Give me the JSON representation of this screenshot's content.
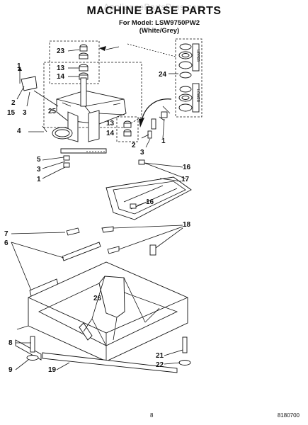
{
  "watermark": "AppliancePartsPros.com",
  "header": {
    "title": "MACHINE BASE PARTS",
    "model_line": "For Model: LSW9750PW2",
    "color_line": "(White/Grey)"
  },
  "inset_labels": {
    "upper": "UPPER",
    "lower": "LOWER"
  },
  "callouts": {
    "c1a": "1",
    "c2a": "2",
    "c3a": "3",
    "c15": "15",
    "c4": "4",
    "c25": "25",
    "c5": "5",
    "c3b": "3",
    "c1b": "1",
    "c23": "23",
    "c13a": "13",
    "c14a": "14",
    "c24": "24",
    "c13b": "13",
    "c14b": "14",
    "c2b": "2",
    "c3c": "3",
    "c1c": "1",
    "c16a": "16",
    "c17": "17",
    "c16b": "16",
    "c7": "7",
    "c6": "6",
    "c18": "18",
    "c26": "26",
    "c8": "8",
    "c9": "9",
    "c19": "19",
    "c21": "21",
    "c22": "22"
  },
  "footer": {
    "page": "8",
    "part_number": "8180700"
  }
}
